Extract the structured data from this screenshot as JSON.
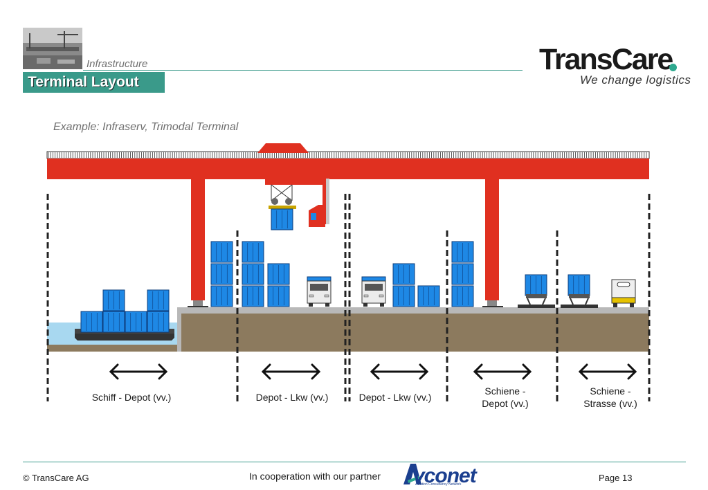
{
  "header": {
    "breadcrumb": "Infrastructure",
    "title": "Terminal Layout"
  },
  "logo": {
    "name": "TransCare",
    "tagline": "We change logistics"
  },
  "diagram": {
    "example_label": "Example: Infraserv, Trimodal Terminal",
    "zones": [
      {
        "label_line1": "Schiff - Depot (vv.)",
        "label_line2": ""
      },
      {
        "label_line1": "Depot - Lkw (vv.)",
        "label_line2": ""
      },
      {
        "label_line1": "Depot - Lkw (vv.)",
        "label_line2": ""
      },
      {
        "label_line1": "Schiene -",
        "label_line2": "Depot (vv.)"
      },
      {
        "label_line1": "Schiene -",
        "label_line2": "Strasse (vv.)"
      }
    ],
    "colors": {
      "crane": "#e03020",
      "container": "#1e88e5",
      "container_stroke": "#0d3c7a",
      "ground": "#8c7a5e",
      "platform": "#b8b8b8",
      "water": "#a8d8f0",
      "accent": "#3a9a8a"
    }
  },
  "footer": {
    "copyright": "© TransCare AG",
    "cooperation": "In cooperation with our partner",
    "partner_name": "vconet",
    "partner_tagline": "Aviation Consultancy Network",
    "page": "Page 13"
  }
}
